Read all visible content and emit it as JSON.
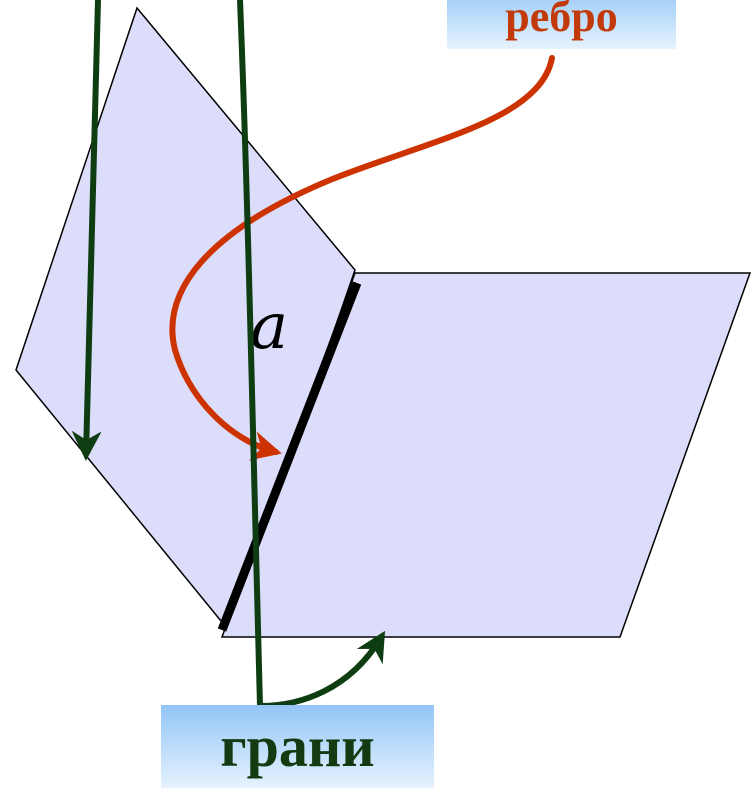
{
  "labels": {
    "edge": "ребро",
    "faces": "грани",
    "edge_letter": "a"
  },
  "colors": {
    "plane_fill": "#dcdcfb",
    "plane_stroke": "#000000",
    "edge_line": "#000000",
    "edge_arrow": "#cc3300",
    "faces_arrows": "#0f3d12",
    "edge_label_text": "#c33a0a",
    "faces_label_text": "#133a10"
  }
}
